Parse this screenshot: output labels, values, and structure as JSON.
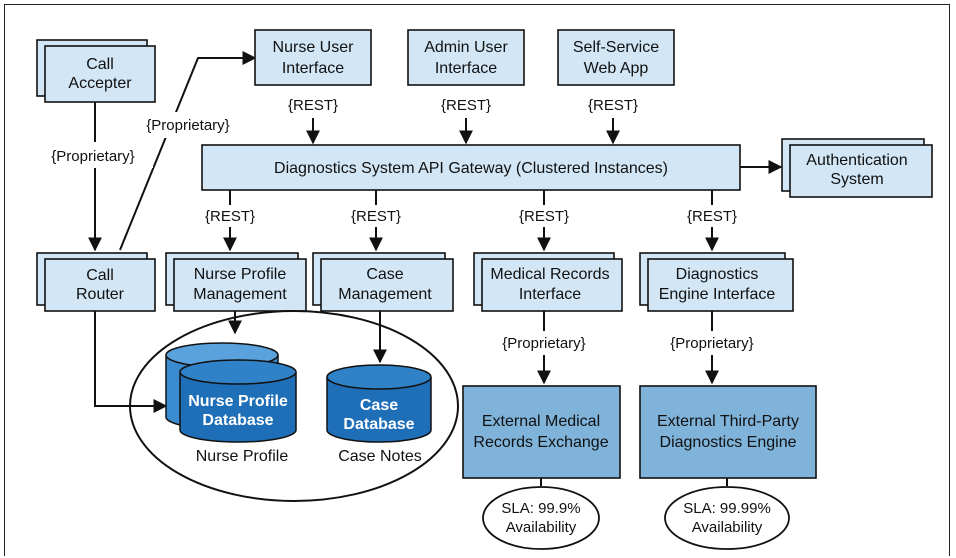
{
  "nodes": {
    "call_accepter": [
      "Call",
      "Accepter"
    ],
    "call_router": [
      "Call",
      "Router"
    ],
    "nurse_ui": [
      "Nurse User",
      "Interface"
    ],
    "admin_ui": [
      "Admin User",
      "Interface"
    ],
    "selfservice": [
      "Self-Service",
      "Web App"
    ],
    "gateway": "Diagnostics System API Gateway (Clustered Instances)",
    "auth": [
      "Authentication",
      "System"
    ],
    "nurse_profile_mgmt": [
      "Nurse Profile",
      "Management"
    ],
    "case_mgmt": [
      "Case",
      "Management"
    ],
    "medical_records": [
      "Medical Records",
      "Interface"
    ],
    "diag_engine_iface": [
      "Diagnostics",
      "Engine Interface"
    ],
    "ext_medical": [
      "External Medical",
      "Records Exchange"
    ],
    "ext_diag": [
      "External Third-Party",
      "Diagnostics Engine"
    ]
  },
  "databases": {
    "nurse_db": [
      "Nurse Profile",
      "Database"
    ],
    "case_db": [
      "Case",
      "Database"
    ],
    "nurse_db_caption": "Nurse Profile",
    "case_db_caption": "Case Notes"
  },
  "edge_labels": {
    "proprietary_left": "{Proprietary}",
    "proprietary_top": "{Proprietary}",
    "rest_nurse_ui": "{REST}",
    "rest_admin_ui": "{REST}",
    "rest_selfservice": "{REST}",
    "rest_nurse_profile": "{REST}",
    "rest_case": "{REST}",
    "rest_medical": "{REST}",
    "rest_diag": "{REST}",
    "proprietary_medical": "{Proprietary}",
    "proprietary_diag": "{Proprietary}"
  },
  "sla": {
    "medical": [
      "SLA: 99.9%",
      "Availability"
    ],
    "diag": [
      "SLA: 99.99%",
      "Availability"
    ]
  }
}
